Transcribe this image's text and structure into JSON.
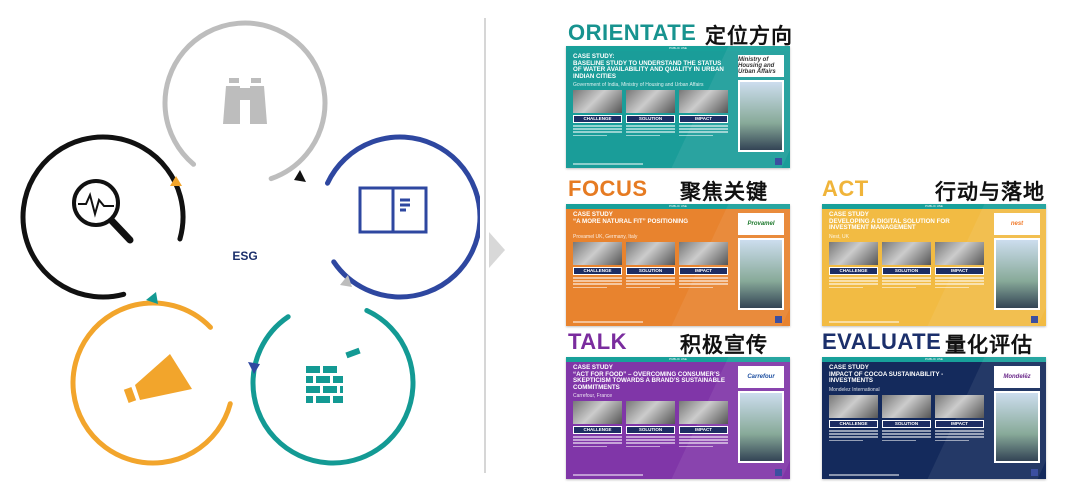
{
  "diagram": {
    "center_label": "ESG",
    "stages": [
      {
        "icon": "binoculars-icon",
        "color": "#bdbdbd"
      },
      {
        "icon": "book-icon",
        "color": "#2e47a0"
      },
      {
        "icon": "brick-wall-icon",
        "color": "#139a94"
      },
      {
        "icon": "megaphone-icon",
        "color": "#f2a52c"
      },
      {
        "icon": "magnifier-pulse-icon",
        "color": "#111111"
      }
    ]
  },
  "sections": [
    {
      "key": "orientate",
      "title": "ORIENTATE",
      "cn": "定位方向",
      "color": "#17938f",
      "slide_bg": "#1a9d99",
      "public": "PUBLIC USE",
      "case": "CASE STUDY:",
      "headline": "BASELINE STUDY TO UNDERSTAND THE STATUS OF WATER AVAILABILITY AND QUALITY IN URBAN INDIAN CITIES",
      "org": "Government of India, Ministry of Housing and Urban Affairs",
      "logo": "Ministry of Housing and Urban Affairs",
      "logo_color": "#333"
    },
    {
      "key": "focus",
      "title": "FOCUS",
      "cn": "聚焦关键",
      "color": "#e67b22",
      "slide_bg": "#e8832e",
      "public": "PUBLIC USE",
      "case": "CASE STUDY",
      "headline": "“A MORE NATURAL FIT” POSITIONING",
      "org": "Provamel UK, Germany, Italy",
      "logo": "Provamel",
      "logo_color": "#1f7a2e"
    },
    {
      "key": "act",
      "title": "ACT",
      "cn": "行动与落地",
      "color": "#f0b43a",
      "slide_bg": "#f2bb43",
      "public": "PUBLIC USE",
      "case": "CASE STUDY",
      "headline": "DEVELOPING A DIGITAL SOLUTION FOR INVESTMENT MANAGEMENT",
      "org": "Nest, UK",
      "logo": "nest",
      "logo_color": "#f07a2a"
    },
    {
      "key": "talk",
      "title": "TALK",
      "cn": "积极宣传",
      "color": "#7a2c9e",
      "slide_bg": "#8036a8",
      "public": "PUBLIC USE",
      "case": "CASE STUDY",
      "headline": "“ACT FOR FOOD” – OVERCOMING CONSUMER’S SKEPTICISM TOWARDS A BRAND’S SUSTAINABLE COMMITMENTS",
      "org": "Carrefour, France",
      "logo": "Carrefour",
      "logo_color": "#1d4fa0"
    },
    {
      "key": "evaluate",
      "title": "EVALUATE",
      "cn": "量化评估",
      "color": "#1b2f6b",
      "slide_bg": "#142a5c",
      "public": "PUBLIC USE",
      "case": "CASE STUDY",
      "headline": "IMPACT OF COCOA SUSTAINABILITY - INVESTMENTS",
      "org": "Mondelez International",
      "logo": "Mondelēz",
      "logo_color": "#6b2a8a"
    }
  ],
  "slide_columns": [
    "CHALLENGE",
    "SOLUTION",
    "IMPACT"
  ]
}
